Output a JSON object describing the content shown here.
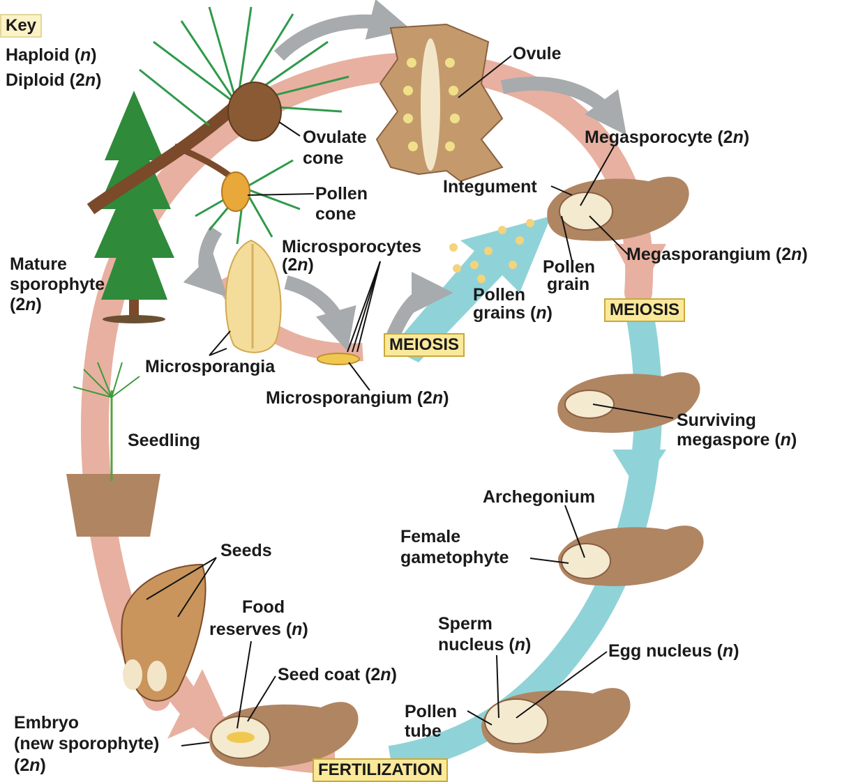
{
  "key": {
    "title": "Key",
    "haploid": "Haploid (n)",
    "diploid": "Diploid (2n)"
  },
  "stages": {
    "meiosis_left": "MEIOSIS",
    "meiosis_right": "MEIOSIS",
    "fertilization": "FERTILIZATION"
  },
  "labels": {
    "ovule": "Ovule",
    "ovulate_cone_1": "Ovulate",
    "ovulate_cone_2": "cone",
    "pollen_cone_1": "Pollen",
    "pollen_cone_2": "cone",
    "megasporocyte": "Megasporocyte (2n)",
    "integument": "Integument",
    "microsporocytes_1": "Microsporocytes",
    "microsporocytes_2": "(2n)",
    "pollen_grain_1": "Pollen",
    "pollen_grain_2": "grain",
    "megasporangium": "Megasporangium (2n)",
    "mature_1": "Mature",
    "mature_2": "sporophyte",
    "mature_3": "(2n)",
    "pollen_grains_1": "Pollen",
    "pollen_grains_2": "grains (n)",
    "microsporangia": "Microsporangia",
    "microsporangium": "Microsporangium (2n)",
    "seedling": "Seedling",
    "surviving_1": "Surviving",
    "surviving_2": "megaspore (n)",
    "archegonium": "Archegonium",
    "female_1": "Female",
    "female_2": "gametophyte",
    "seeds": "Seeds",
    "food_1": "Food",
    "food_2": "reserves (n)",
    "sperm_1": "Sperm",
    "sperm_2": "nucleus (n)",
    "egg": "Egg nucleus (n)",
    "seed_coat": "Seed coat (2n)",
    "pollen_tube_1": "Pollen",
    "pollen_tube_2": "tube",
    "embryo_1": "Embryo",
    "embryo_2": "(new sporophyte)",
    "embryo_3": "(2n)"
  },
  "colors": {
    "diploid_cycle": "#e8b0a0",
    "haploid_cycle": "#8fd3d8",
    "tissue": "#b08562",
    "gray_arrow": "#a7abad",
    "label_box": "#fbe99a"
  }
}
